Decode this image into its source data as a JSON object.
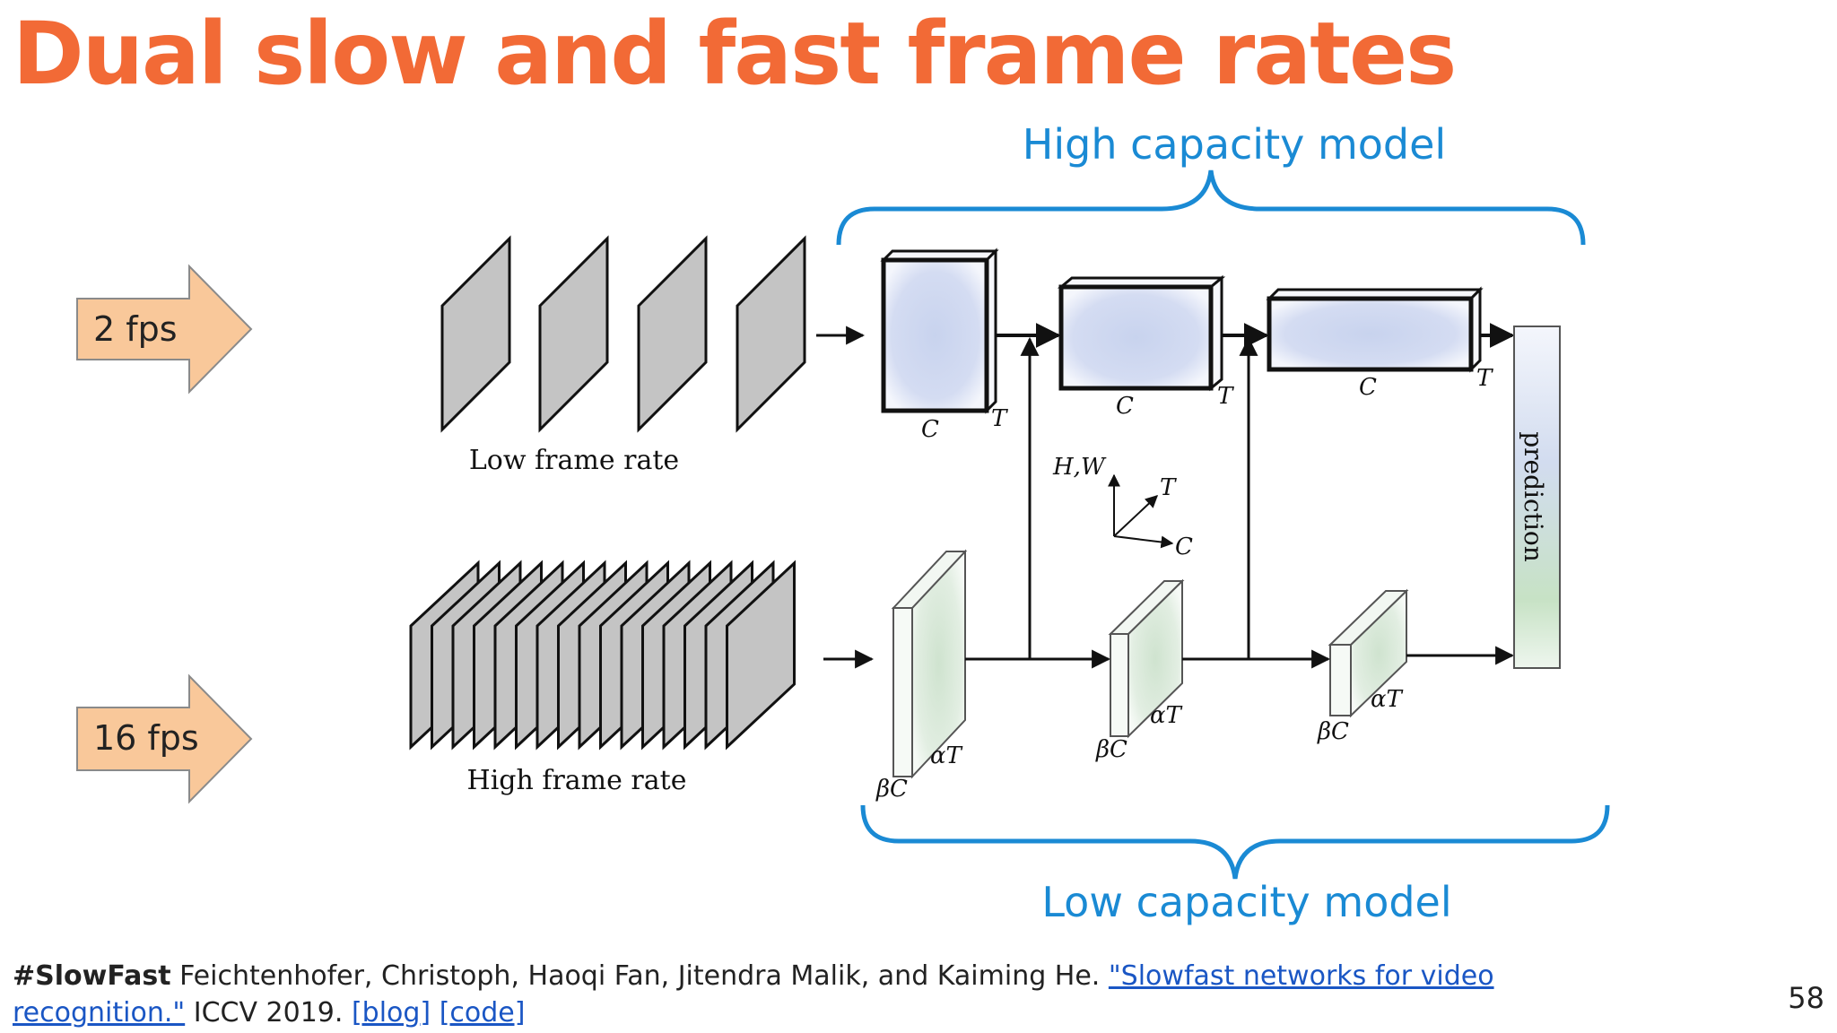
{
  "slide": {
    "title": "Dual slow and fast frame rates",
    "page_number": "58"
  },
  "diagram": {
    "inputs": [
      {
        "label": "2 fps"
      },
      {
        "label": "16 fps"
      }
    ],
    "low_frame_rate_label": "Low frame rate",
    "high_frame_rate_label": "High frame rate",
    "high_capacity_label": "High capacity model",
    "low_capacity_label": "Low capacity model",
    "prediction_label": "prediction",
    "slow_blocks": [
      {
        "c": "C",
        "t": "T"
      },
      {
        "c": "C",
        "t": "T"
      },
      {
        "c": "C",
        "t": "T"
      }
    ],
    "fast_blocks": [
      {
        "c": "βC",
        "t": "αT"
      },
      {
        "c": "βC",
        "t": "αT"
      },
      {
        "c": "βC",
        "t": "αT"
      }
    ],
    "axes": {
      "vertical": "H,W",
      "diag": "T",
      "horizontal": "C"
    },
    "colors": {
      "accent_orange": "#f26a36",
      "bracket_blue": "#1a8ad4",
      "arrow_fill": "#f9c89a",
      "slow_fill": "#c8d3ee",
      "fast_fill": "#cfe3cf",
      "frame_gray": "#c4c4c4"
    }
  },
  "citation": {
    "tag": "#SlowFast",
    "authors": " Feichtenhofer, Christoph, Haoqi Fan, Jitendra Malik, and Kaiming He. ",
    "paper_link": "\"Slowfast networks for video recognition.\"",
    "venue": " ICCV 2019. ",
    "blog_link": "[blog]",
    "code_link": "[code]"
  }
}
